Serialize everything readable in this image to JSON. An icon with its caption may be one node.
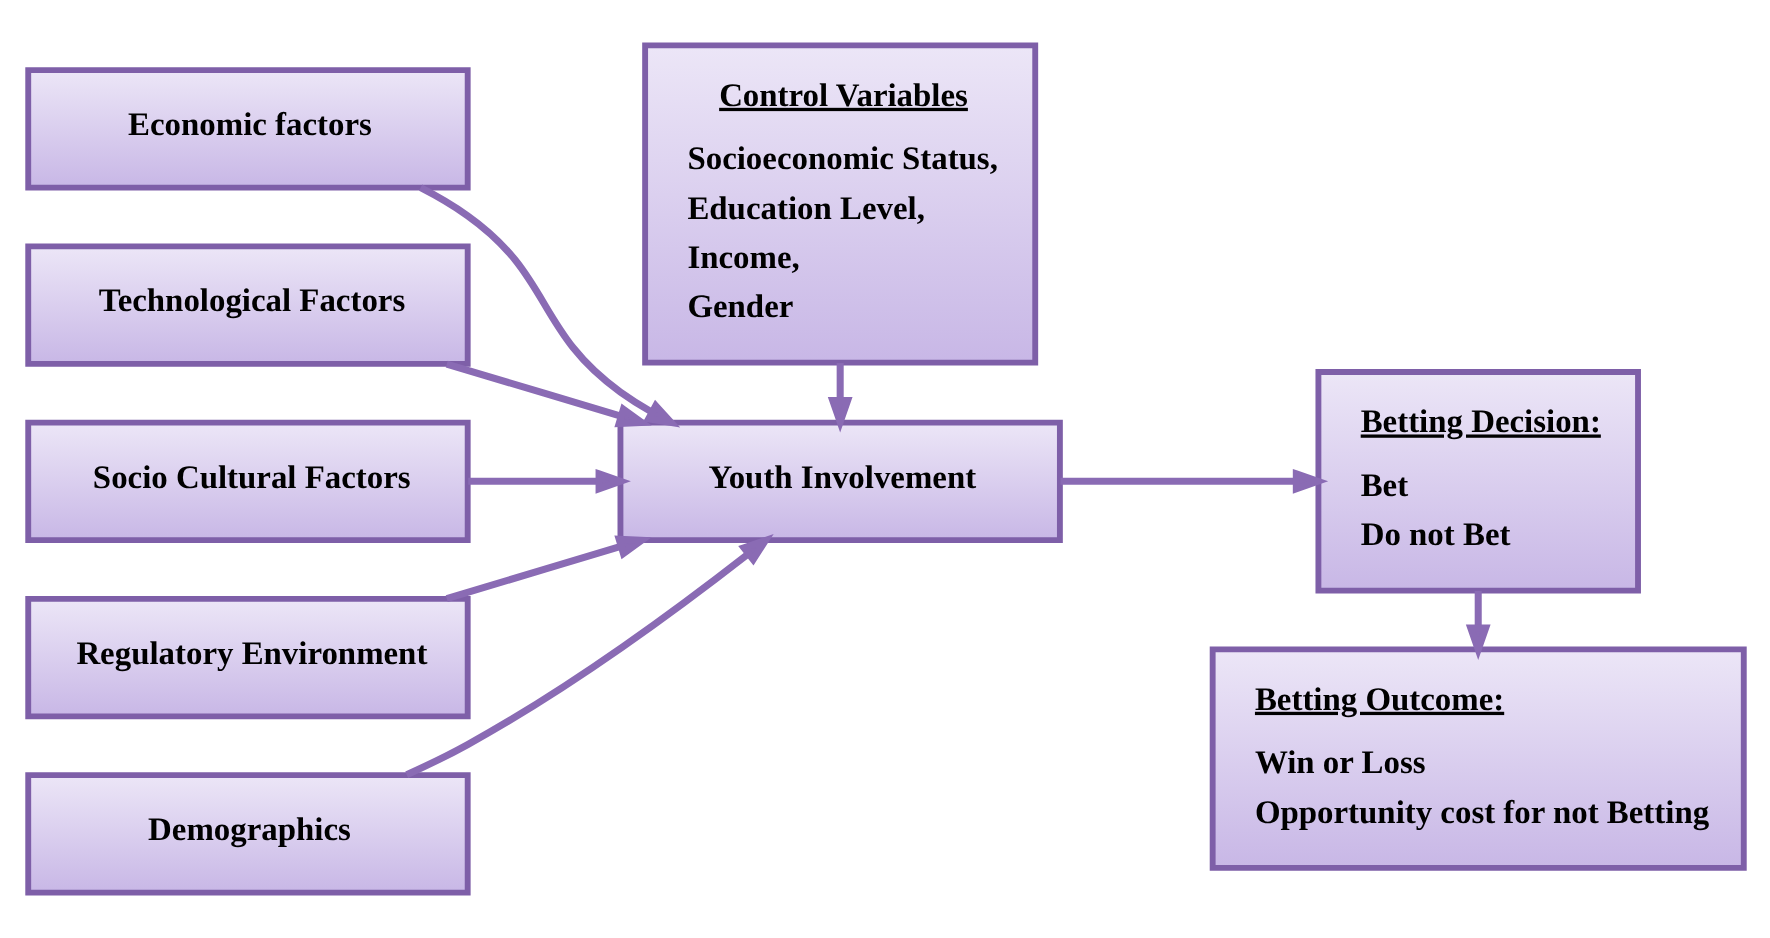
{
  "diagram": {
    "nodes": [
      {
        "text": [
          "Economic factors"
        ]
      },
      {
        "text": [
          "Technological Factors"
        ]
      },
      {
        "text": [
          "Socio Cultural Factors"
        ]
      },
      {
        "text": [
          "Regulatory Environment"
        ]
      },
      {
        "text": [
          "Demographics"
        ]
      },
      {
        "text": [
          "Youth Involvement"
        ]
      },
      {
        "text": [
          "Control Variables",
          "Socioeconomic Status,",
          "Education Level,",
          "Income,",
          "Gender"
        ]
      },
      {
        "text": [
          "Betting Decision:",
          "Bet",
          "Do not Bet"
        ]
      },
      {
        "text": [
          "Betting Outcome:",
          "Win or Loss",
          "Opportunity cost for not Betting"
        ]
      }
    ],
    "edges": [
      {
        "from": 0,
        "to": 5,
        "arrow": "to"
      },
      {
        "from": 1,
        "to": 5,
        "arrow": "to"
      },
      {
        "from": 2,
        "to": 5,
        "arrow": "to"
      },
      {
        "from": 3,
        "to": 5,
        "arrow": "to"
      },
      {
        "from": 4,
        "to": 5,
        "arrow": "to"
      },
      {
        "from": 6,
        "to": 5,
        "arrow": "to"
      },
      {
        "from": 5,
        "to": 7,
        "arrow": "to"
      },
      {
        "from": 7,
        "to": 8,
        "arrow": "to"
      }
    ]
  }
}
